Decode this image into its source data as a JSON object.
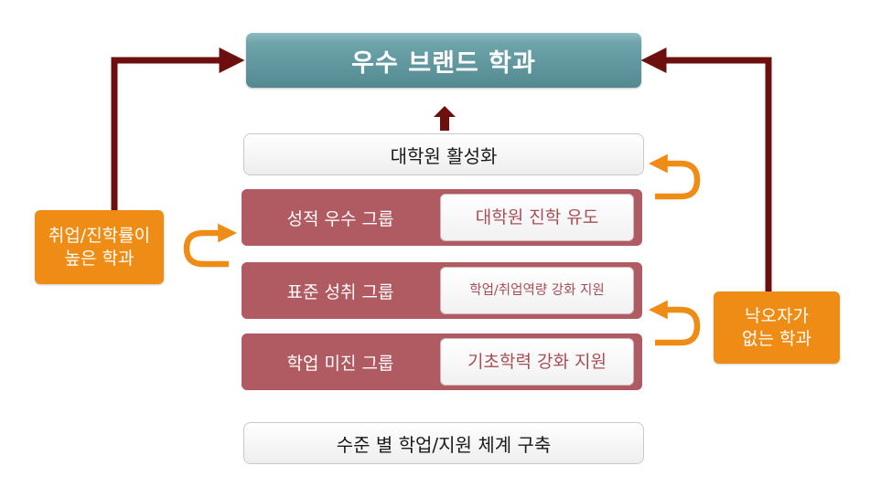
{
  "diagram": {
    "top_box": "우수 브랜드 학과",
    "grad_box": "대학원 활성화",
    "groups": [
      {
        "label": "성적 우수 그룹",
        "action": "대학원 진학 유도"
      },
      {
        "label": "표준 성취 그룹",
        "action_lines": [
          "학업/취업",
          "역량 강화 지원"
        ]
      },
      {
        "label": "학업 미진 그룹",
        "action": "기초학력 강화 지원"
      }
    ],
    "bottom_box": "수준 별 학업/지원 체계 구축",
    "left_side_lines": [
      "취업/진학률이",
      "높은 학과"
    ],
    "right_side_lines": [
      "낙오자가",
      "없는 학과"
    ]
  },
  "colors": {
    "top_box": "#6ea4aa",
    "group_box": "#b05a61",
    "group_text": "#a94d55",
    "side_box": "#ef8c15",
    "dark_arrow": "#6e0f0f",
    "orange_arrow": "#ef8c15"
  }
}
